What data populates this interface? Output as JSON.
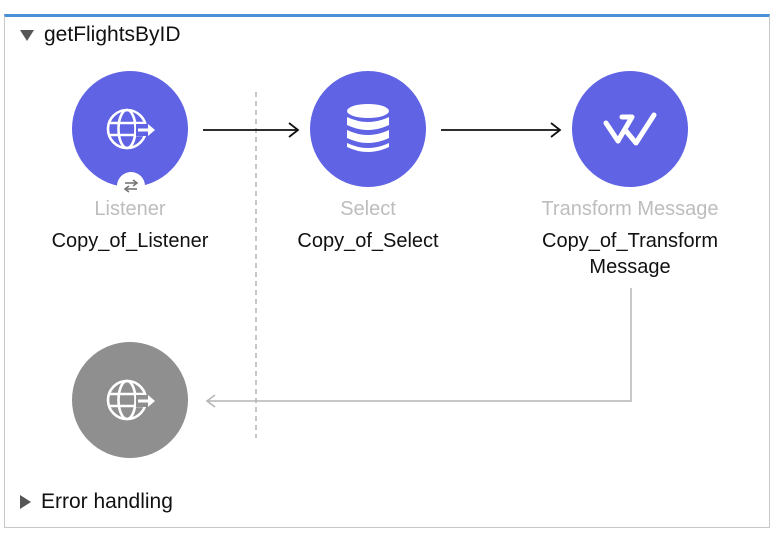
{
  "flow": {
    "title": "getFlightsByID",
    "nodes": [
      {
        "type": "Listener",
        "name": "Copy_of_Listener",
        "icon": "globe-arrow-icon"
      },
      {
        "type": "Select",
        "name": "Copy_of_Select",
        "icon": "database-icon"
      },
      {
        "type": "Transform Message",
        "name_line1": "Copy_of_Transform",
        "name_line2": "Message",
        "icon": "dataweave-check-icon"
      }
    ],
    "response_icon": "globe-arrow-icon",
    "badge_icon": "exchange-arrows-icon"
  },
  "error_section": {
    "label": "Error handling"
  },
  "colors": {
    "node_purple": "#5f63e4",
    "response_gray": "#8f8f8f",
    "accent_blue": "#4a90d9"
  }
}
